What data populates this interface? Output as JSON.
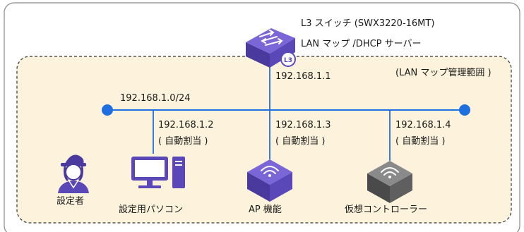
{
  "switch": {
    "title": "L3 スイッチ (SWX3220-16MT)",
    "role": "LAN マップ /DHCP サーバー",
    "badge": "L3",
    "ip": "192.168.1.1",
    "icon": "l3-switch-icon"
  },
  "lan_map": {
    "scope_label": "(LAN マップ管理範囲 )",
    "network": "192.168.1.0/24"
  },
  "devices": [
    {
      "name": "設定用パソコン",
      "ip": "192.168.1.2",
      "assign": "( 自動割当 )",
      "icon": "pc-icon"
    },
    {
      "name": "AP 機能",
      "ip": "192.168.1.3",
      "assign": "( 自動割当 )",
      "icon": "access-point-icon"
    },
    {
      "name": "仮想コントローラー",
      "ip": "192.168.1.4",
      "assign": "( 自動割当 )",
      "icon": "virtual-controller-icon"
    }
  ],
  "person": {
    "name": "設定者",
    "icon": "admin-person-icon"
  },
  "colors": {
    "accent_blue": "#1f6fe0",
    "purple": "#5b48b8",
    "gray_device": "#5f5f5f",
    "scope_fill": "#fdf3dc"
  }
}
